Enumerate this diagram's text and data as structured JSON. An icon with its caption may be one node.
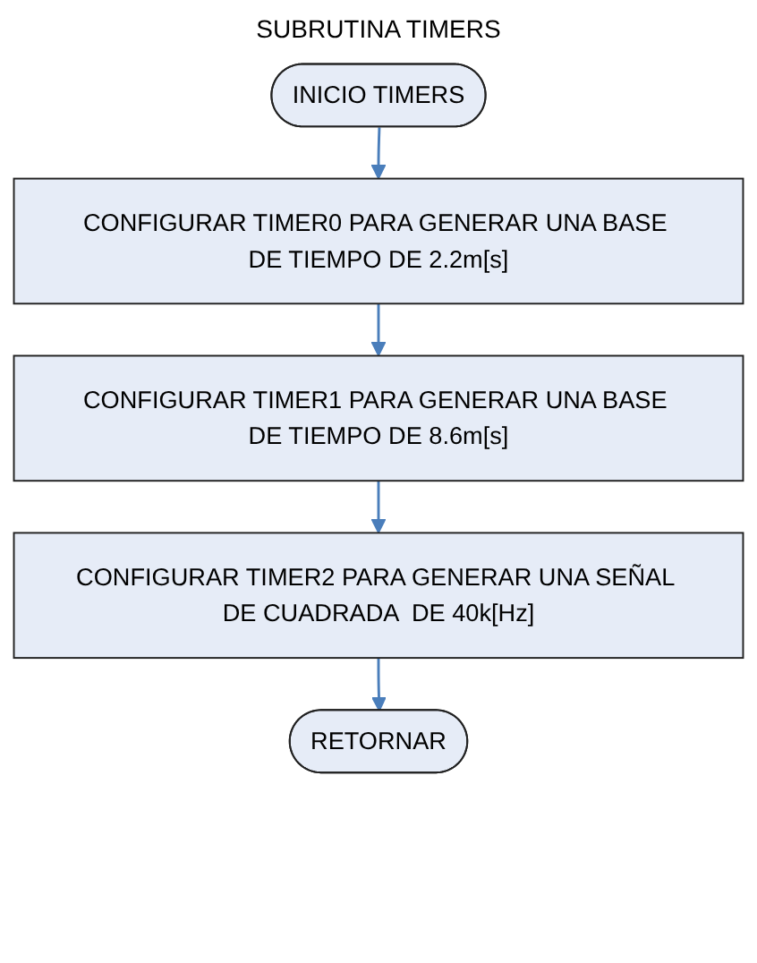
{
  "diagram": {
    "title": "SUBRUTINA TIMERS",
    "nodes": [
      {
        "text": [
          "INICIO TIMERS"
        ]
      },
      {
        "text": [
          "CONFIGURAR TIMER0 PARA GENERAR UNA BASE DE TIEMPO DE 2.2m[s]"
        ]
      },
      {
        "text": [
          "CONFIGURAR TIMER1 PARA GENERAR UNA BASE DE TIEMPO DE 8.6m[s]"
        ]
      },
      {
        "text": [
          "CONFIGURAR TIMER2 PARA GENERAR UNA SEÑAL DE CUADRADA  DE 40k[Hz]"
        ]
      },
      {
        "text": [
          "RETORNAR"
        ]
      }
    ],
    "edges": [
      {
        "from": 0,
        "to": 1,
        "arrow": "to"
      },
      {
        "from": 1,
        "to": 2,
        "arrow": "to"
      },
      {
        "from": 2,
        "to": 3,
        "arrow": "to"
      },
      {
        "from": 3,
        "to": 4,
        "arrow": "to"
      }
    ]
  }
}
